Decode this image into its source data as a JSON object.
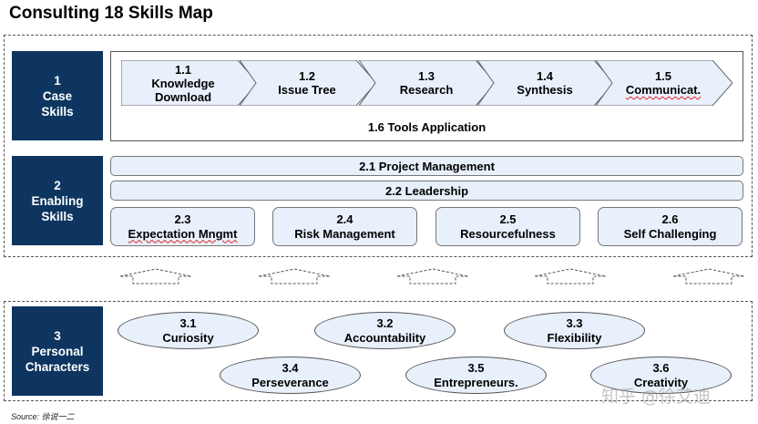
{
  "title": "Consulting 18 Skills Map",
  "sections": {
    "case": {
      "label_lines": [
        "1",
        "Case",
        "Skills"
      ],
      "chevrons": [
        {
          "num": "1.1",
          "text": "Knowledge\nDownload",
          "misspelled": false
        },
        {
          "num": "1.2",
          "text": "Issue Tree",
          "misspelled": false
        },
        {
          "num": "1.3",
          "text": "Research",
          "misspelled": false
        },
        {
          "num": "1.4",
          "text": "Synthesis",
          "misspelled": false
        },
        {
          "num": "1.5",
          "text": "Communicat.",
          "misspelled": true
        }
      ],
      "tools": "1.6 Tools Application"
    },
    "enabling": {
      "label_lines": [
        "2",
        "Enabling",
        "Skills"
      ],
      "bars": [
        "2.1 Project Management",
        "2.2 Leadership"
      ],
      "boxes": [
        {
          "num": "2.3",
          "text": "Expectation Mngmt",
          "misspelled": true
        },
        {
          "num": "2.4",
          "text": "Risk Management",
          "misspelled": false
        },
        {
          "num": "2.5",
          "text": "Resourcefulness",
          "misspelled": false
        },
        {
          "num": "2.6",
          "text": "Self Challenging",
          "misspelled": false
        }
      ]
    },
    "personal": {
      "label_lines": [
        "3",
        "Personal",
        "Characters"
      ],
      "ellipses": [
        {
          "num": "3.1",
          "text": "Curiosity"
        },
        {
          "num": "3.2",
          "text": "Accountability"
        },
        {
          "num": "3.3",
          "text": "Flexibility"
        },
        {
          "num": "3.4",
          "text": "Perseverance"
        },
        {
          "num": "3.5",
          "text": "Entrepreneurs."
        },
        {
          "num": "3.6",
          "text": "Creativity"
        }
      ]
    }
  },
  "source": "Source: 徐说一二",
  "watermark": "知乎 @徐艾迪",
  "colors": {
    "navy": "#0d3560",
    "light_fill": "#e8f0fb",
    "border": "#555555"
  }
}
